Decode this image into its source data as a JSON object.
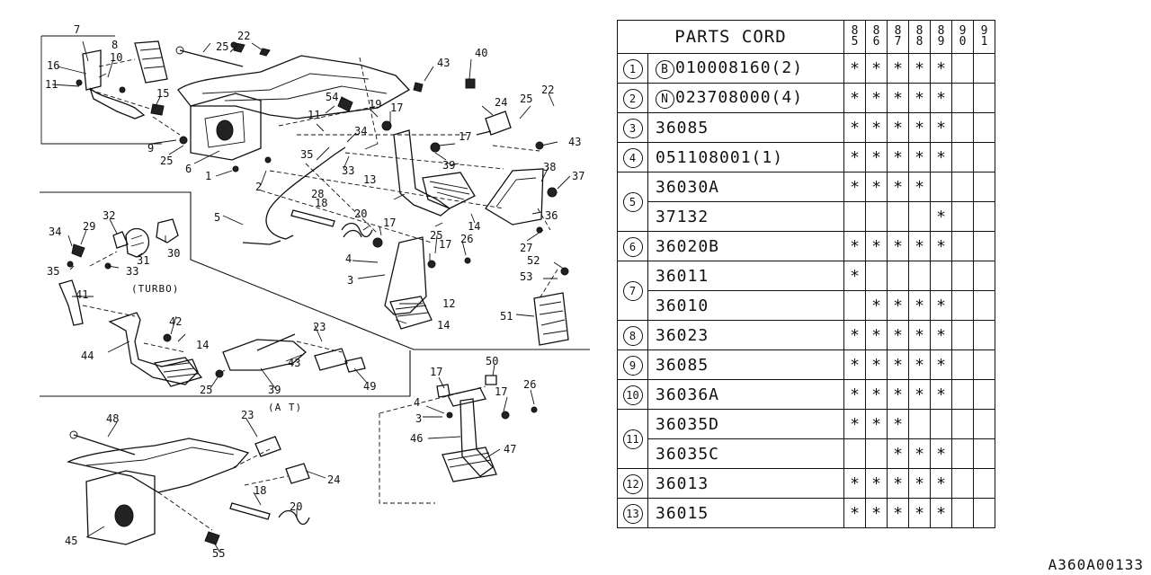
{
  "diagram": {
    "callouts": [
      "1",
      "2",
      "3",
      "4",
      "5",
      "6",
      "7",
      "8",
      "9",
      "10",
      "11",
      "12",
      "13",
      "14",
      "15",
      "16",
      "17",
      "18",
      "19",
      "20",
      "22",
      "23",
      "24",
      "25",
      "26",
      "27",
      "28",
      "29",
      "30",
      "31",
      "32",
      "33",
      "34",
      "35",
      "36",
      "37",
      "38",
      "39",
      "40",
      "41",
      "42",
      "43",
      "44",
      "45",
      "46",
      "47",
      "48",
      "49",
      "50",
      "51",
      "52",
      "53",
      "54",
      "55"
    ],
    "turbo_caption": "(TURBO)",
    "at_caption": "(A T)"
  },
  "table": {
    "header": "PARTS CORD",
    "years": [
      {
        "top": "8",
        "bottom": "5"
      },
      {
        "top": "8",
        "bottom": "6"
      },
      {
        "top": "8",
        "bottom": "7"
      },
      {
        "top": "8",
        "bottom": "8"
      },
      {
        "top": "8",
        "bottom": "9"
      },
      {
        "top": "9",
        "bottom": "0"
      },
      {
        "top": "9",
        "bottom": "1"
      }
    ],
    "mark": "*",
    "rows": [
      {
        "num": "1",
        "entries": [
          {
            "prefix": "B",
            "code": "010008160(2)",
            "marks": [
              1,
              1,
              1,
              1,
              1,
              0,
              0
            ]
          }
        ]
      },
      {
        "num": "2",
        "entries": [
          {
            "prefix": "N",
            "code": "023708000(4)",
            "marks": [
              1,
              1,
              1,
              1,
              1,
              0,
              0
            ]
          }
        ]
      },
      {
        "num": "3",
        "entries": [
          {
            "code": "36085",
            "marks": [
              1,
              1,
              1,
              1,
              1,
              0,
              0
            ]
          }
        ]
      },
      {
        "num": "4",
        "entries": [
          {
            "code": "051108001(1)",
            "marks": [
              1,
              1,
              1,
              1,
              1,
              0,
              0
            ]
          }
        ]
      },
      {
        "num": "5",
        "entries": [
          {
            "code": "36030A",
            "marks": [
              1,
              1,
              1,
              1,
              0,
              0,
              0
            ]
          },
          {
            "code": "37132",
            "marks": [
              0,
              0,
              0,
              0,
              1,
              0,
              0
            ]
          }
        ]
      },
      {
        "num": "6",
        "entries": [
          {
            "code": "36020B",
            "marks": [
              1,
              1,
              1,
              1,
              1,
              0,
              0
            ]
          }
        ]
      },
      {
        "num": "7",
        "entries": [
          {
            "code": "36011",
            "marks": [
              1,
              0,
              0,
              0,
              0,
              0,
              0
            ]
          },
          {
            "code": "36010",
            "marks": [
              0,
              1,
              1,
              1,
              1,
              0,
              0
            ]
          }
        ]
      },
      {
        "num": "8",
        "entries": [
          {
            "code": "36023",
            "marks": [
              1,
              1,
              1,
              1,
              1,
              0,
              0
            ]
          }
        ]
      },
      {
        "num": "9",
        "entries": [
          {
            "code": "36085",
            "marks": [
              1,
              1,
              1,
              1,
              1,
              0,
              0
            ]
          }
        ]
      },
      {
        "num": "10",
        "entries": [
          {
            "code": "36036A",
            "marks": [
              1,
              1,
              1,
              1,
              1,
              0,
              0
            ]
          }
        ]
      },
      {
        "num": "11",
        "entries": [
          {
            "code": "36035D",
            "marks": [
              1,
              1,
              1,
              0,
              0,
              0,
              0
            ]
          },
          {
            "code": "36035C",
            "marks": [
              0,
              0,
              1,
              1,
              1,
              0,
              0
            ]
          }
        ]
      },
      {
        "num": "12",
        "entries": [
          {
            "code": "36013",
            "marks": [
              1,
              1,
              1,
              1,
              1,
              0,
              0
            ]
          }
        ]
      },
      {
        "num": "13",
        "entries": [
          {
            "code": "36015",
            "marks": [
              1,
              1,
              1,
              1,
              1,
              0,
              0
            ]
          }
        ]
      }
    ]
  },
  "footer": {
    "code": "A360A00133"
  }
}
